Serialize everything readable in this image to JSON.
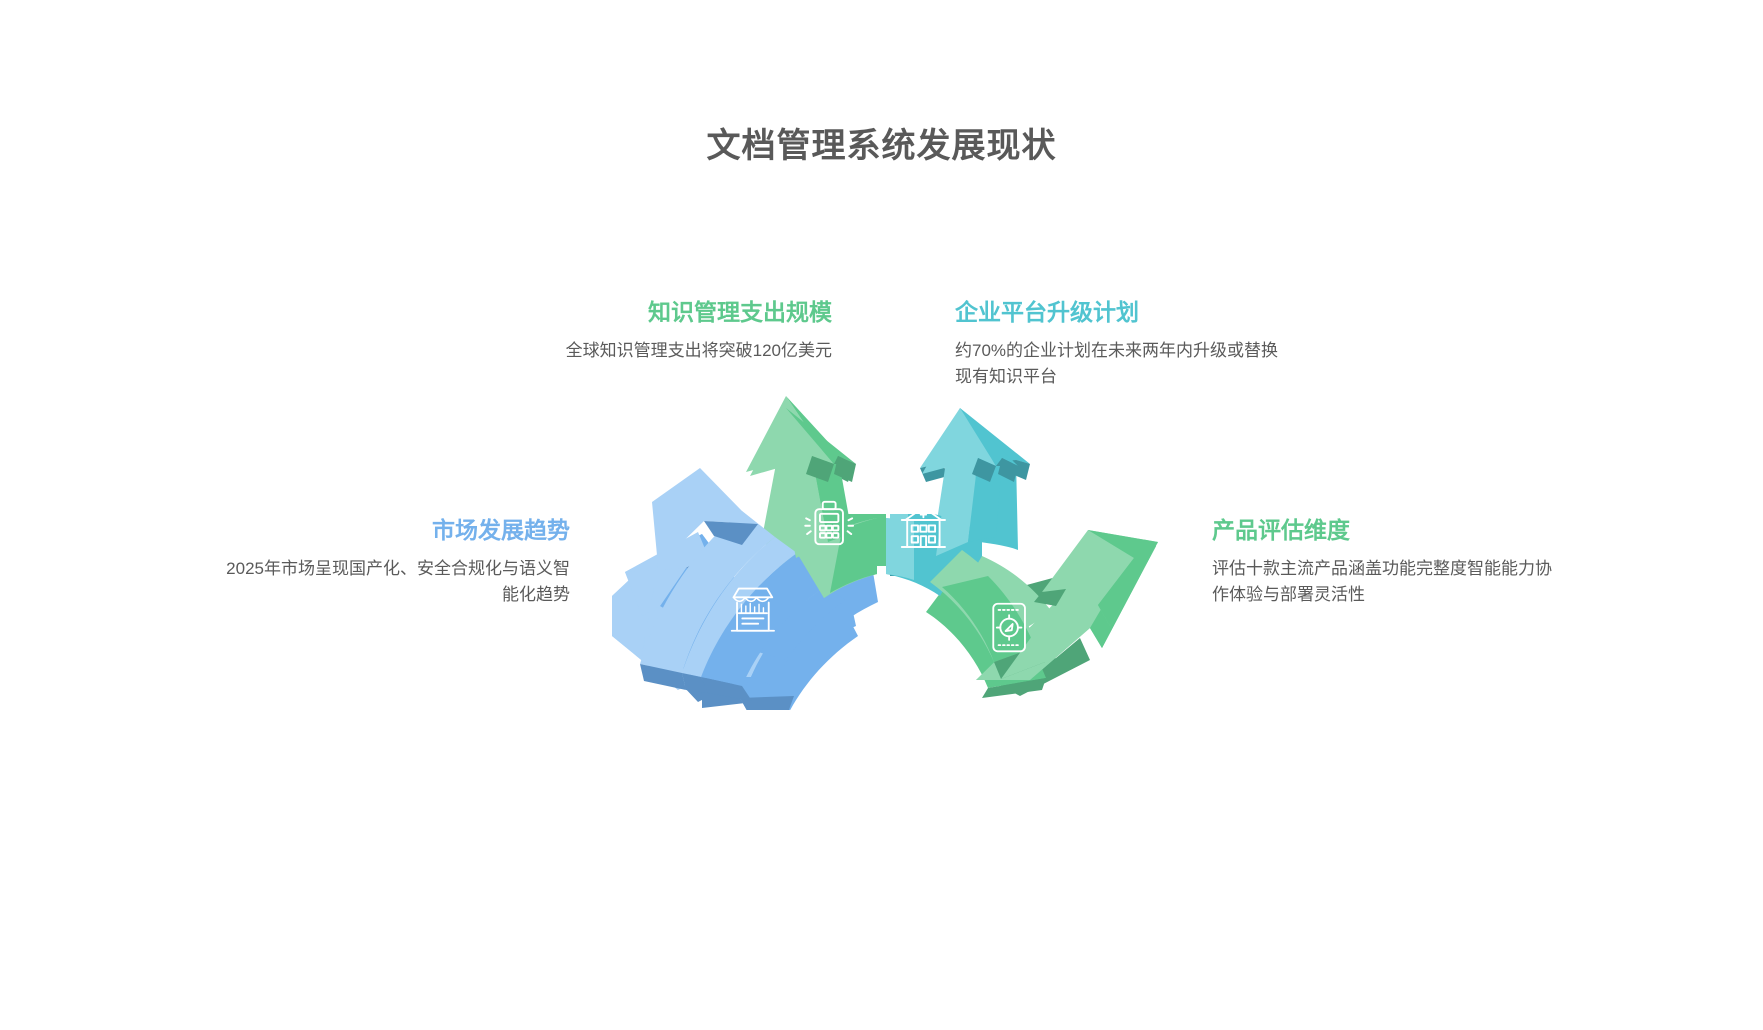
{
  "page": {
    "title": "文档管理系统发展现状",
    "background": "#ffffff",
    "title_color": "#595959"
  },
  "palette": {
    "blue_light": "#a9d1f6",
    "blue_mid": "#74b1ec",
    "blue_shadow": "#5b90c5",
    "green_light": "#8ed8ae",
    "green_mid": "#5ec98d",
    "green_shadow": "#4fa578",
    "teal_light": "#80d6de",
    "teal_mid": "#51c4d0",
    "teal_shadow": "#3e96a1",
    "body_text": "#5a5a5a"
  },
  "items": [
    {
      "id": "knowledge-spend",
      "heading": "知识管理支出规模",
      "body": "全球知识管理支出将突破120亿美元",
      "heading_color": "#5ec98d",
      "icon": "pos-terminal-icon",
      "position": "top-left"
    },
    {
      "id": "platform-upgrade",
      "heading": "企业平台升级计划",
      "body": "约70%的企业计划在未来两年内升级或替换现有知识平台",
      "heading_color": "#51c4d0",
      "icon": "building-icon",
      "position": "top-right"
    },
    {
      "id": "market-trend",
      "heading": "市场发展趋势",
      "body": "2025年市场呈现国产化、安全合规化与语义智能化趋势",
      "heading_color": "#74b1ec",
      "icon": "storefront-icon",
      "position": "left"
    },
    {
      "id": "product-eval",
      "heading": "产品评估维度",
      "body": "评估十款主流产品涵盖功能完整度智能能力协作体验与部署灵活性",
      "heading_color": "#5ec98d",
      "icon": "mobile-compass-icon",
      "position": "right"
    }
  ],
  "diagram": {
    "name": "four-branch-radial-arrow-diagram",
    "arrow_count": 4
  }
}
